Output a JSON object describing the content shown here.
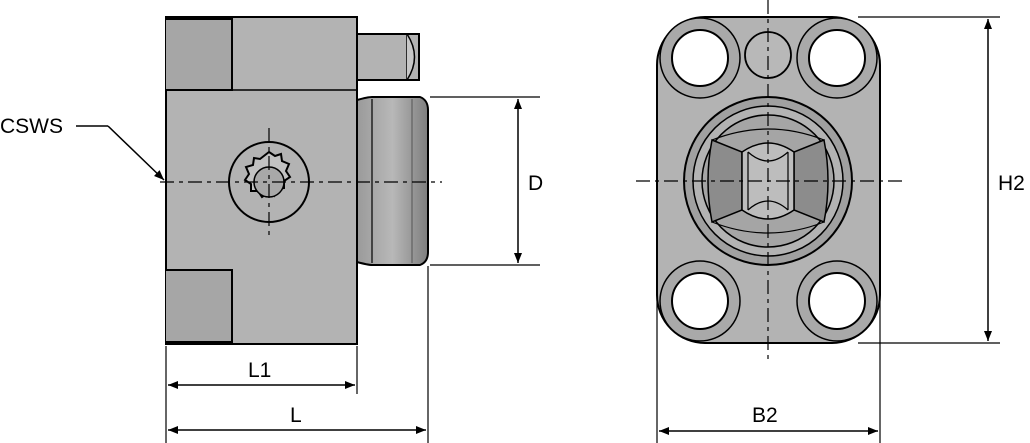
{
  "labels": {
    "csws": "CSWS",
    "d": "D",
    "l1": "L1",
    "l": "L",
    "b2": "B2",
    "h2": "H2"
  },
  "colors": {
    "body": "#b3b3b3",
    "body_dark": "#8c8c8c",
    "line": "#000000"
  }
}
